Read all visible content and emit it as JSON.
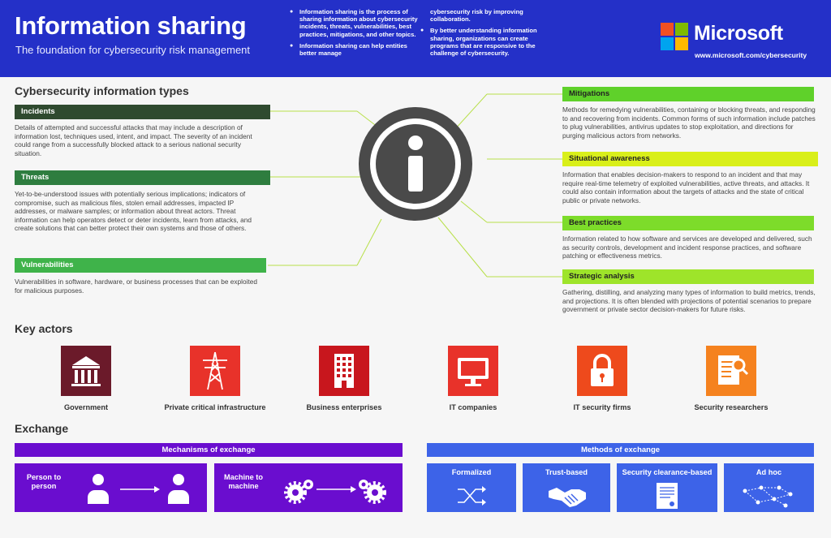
{
  "header": {
    "title": "Information sharing",
    "subtitle": "The foundation for cybersecurity risk management",
    "col1": [
      "Information sharing is the process of sharing information about cybersecurity incidents, threats, vulnerabilities, best practices, mitigations, and other topics.",
      "Information sharing can help entities better manage"
    ],
    "col2_cont": "cybersecurity risk by improving collaboration.",
    "col2": [
      "By better understanding information sharing, organizations can create programs that are responsive to the challenge of cybersecurity."
    ],
    "brand": "Microsoft",
    "url": "www.microsoft.com/cybersecurity",
    "logo_colors": [
      "#f25022",
      "#7fba00",
      "#00a4ef",
      "#ffb900"
    ]
  },
  "types_title": "Cybersecurity information types",
  "left_types": [
    {
      "label": "Incidents",
      "text": "Details of attempted and successful attacks that may include a description of information lost, techniques used, intent, and impact. The severity of an incident could range from a successfully blocked attack to a serious national security situation."
    },
    {
      "label": "Threats",
      "text": "Yet-to-be-understood issues with potentially serious implications; indicators of compromise, such as malicious files, stolen email addresses, impacted IP addresses, or malware samples; or information about threat actors. Threat information can help operators detect or deter incidents, learn from attacks, and create solutions that can better protect their own systems and those of others."
    },
    {
      "label": "Vulnerabilities",
      "text": "Vulnerabilities in software, hardware, or business processes that can be exploited for malicious purposes."
    }
  ],
  "right_types": [
    {
      "label": "Mitigations",
      "text": "Methods for remedying vulnerabilities, containing or blocking threats, and responding to and recovering from incidents. Common forms of such information include patches to plug vulnerabilities, antivirus updates to stop exploitation, and directions for purging malicious actors from networks."
    },
    {
      "label": "Situational awareness",
      "text": "Information that enables decision-makers to respond to an incident and that may require real-time telemetry of exploited vulnerabilities, active threats, and attacks. It could also contain information about the targets of attacks and the state of critical public or private networks."
    },
    {
      "label": "Best practices",
      "text": "Information related to how software and services are developed and delivered, such as security controls, development and incident response practices, and software patching or effectiveness metrics."
    },
    {
      "label": "Strategic analysis",
      "text": "Gathering, distilling, and analyzing many types of information to build metrics, trends, and projections. It is often blended with projections of potential scenarios to prepare government or private sector decision-makers for future risks."
    }
  ],
  "actors_title": "Key actors",
  "actors": [
    {
      "label": "Government",
      "icon": "building-columns-icon",
      "color": "#6b1a2a"
    },
    {
      "label": "Private critical infrastructure",
      "icon": "power-tower-icon",
      "color": "#e8322a"
    },
    {
      "label": "Business enterprises",
      "icon": "office-building-icon",
      "color": "#c8161d"
    },
    {
      "label": "IT companies",
      "icon": "monitor-icon",
      "color": "#e8322a"
    },
    {
      "label": "IT security firms",
      "icon": "padlock-icon",
      "color": "#ee4a1c"
    },
    {
      "label": "Security researchers",
      "icon": "document-magnifier-icon",
      "color": "#f5821f"
    }
  ],
  "exchange_title": "Exchange",
  "mechanisms": {
    "header": "Mechanisms of exchange",
    "color": "#6a0dcf",
    "items": [
      {
        "label": "Person to person",
        "icon": "person-to-person-icon"
      },
      {
        "label": "Machine to machine",
        "icon": "gears-to-gears-icon"
      }
    ]
  },
  "methods": {
    "header": "Methods of exchange",
    "color": "#3d63e8",
    "items": [
      {
        "label": "Formalized",
        "icon": "shuffle-arrows-icon"
      },
      {
        "label": "Trust-based",
        "icon": "handshake-icon"
      },
      {
        "label": "Security clearance-based",
        "icon": "certificate-icon"
      },
      {
        "label": "Ad hoc",
        "icon": "network-nodes-icon"
      }
    ]
  }
}
